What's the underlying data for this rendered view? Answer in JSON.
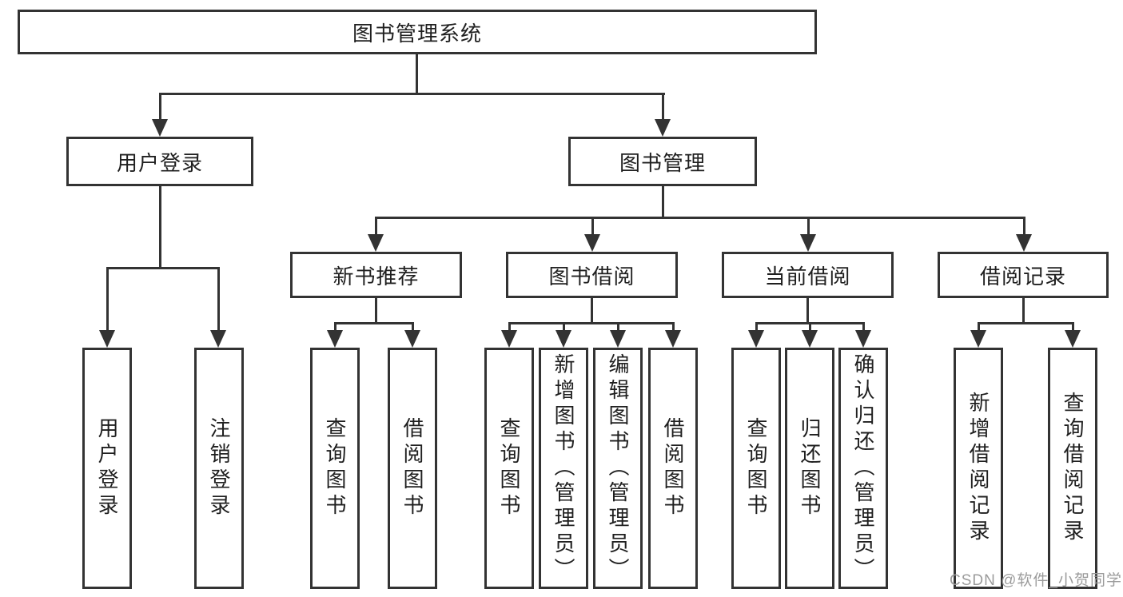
{
  "diagram": {
    "type": "hierarchy-tree",
    "root": "图书管理系统",
    "level2": {
      "user_login": "用户登录",
      "book_mgmt": "图书管理"
    },
    "level3": {
      "new_book": "新书推荐",
      "book_borrow": "图书借阅",
      "current_borrow": "当前借阅",
      "borrow_record": "借阅记录"
    },
    "leaves": {
      "user_login": [
        "用户登录",
        "注销登录"
      ],
      "new_book": [
        "查询图书",
        "借阅图书"
      ],
      "book_borrow": [
        "查询图书",
        "新增图书（管理员）",
        "编辑图书（管理员）",
        "借阅图书"
      ],
      "current_borrow": [
        "查询图书",
        "归还图书",
        "确认归还（管理员）"
      ],
      "borrow_record": [
        "新增借阅记录",
        "查询借阅记录"
      ]
    }
  },
  "watermark": "CSDN @软件_小贺同学",
  "colors": {
    "line": "#333333",
    "text": "#1f1f1f",
    "watermark": "#9b9b9b",
    "background": "#ffffff"
  }
}
